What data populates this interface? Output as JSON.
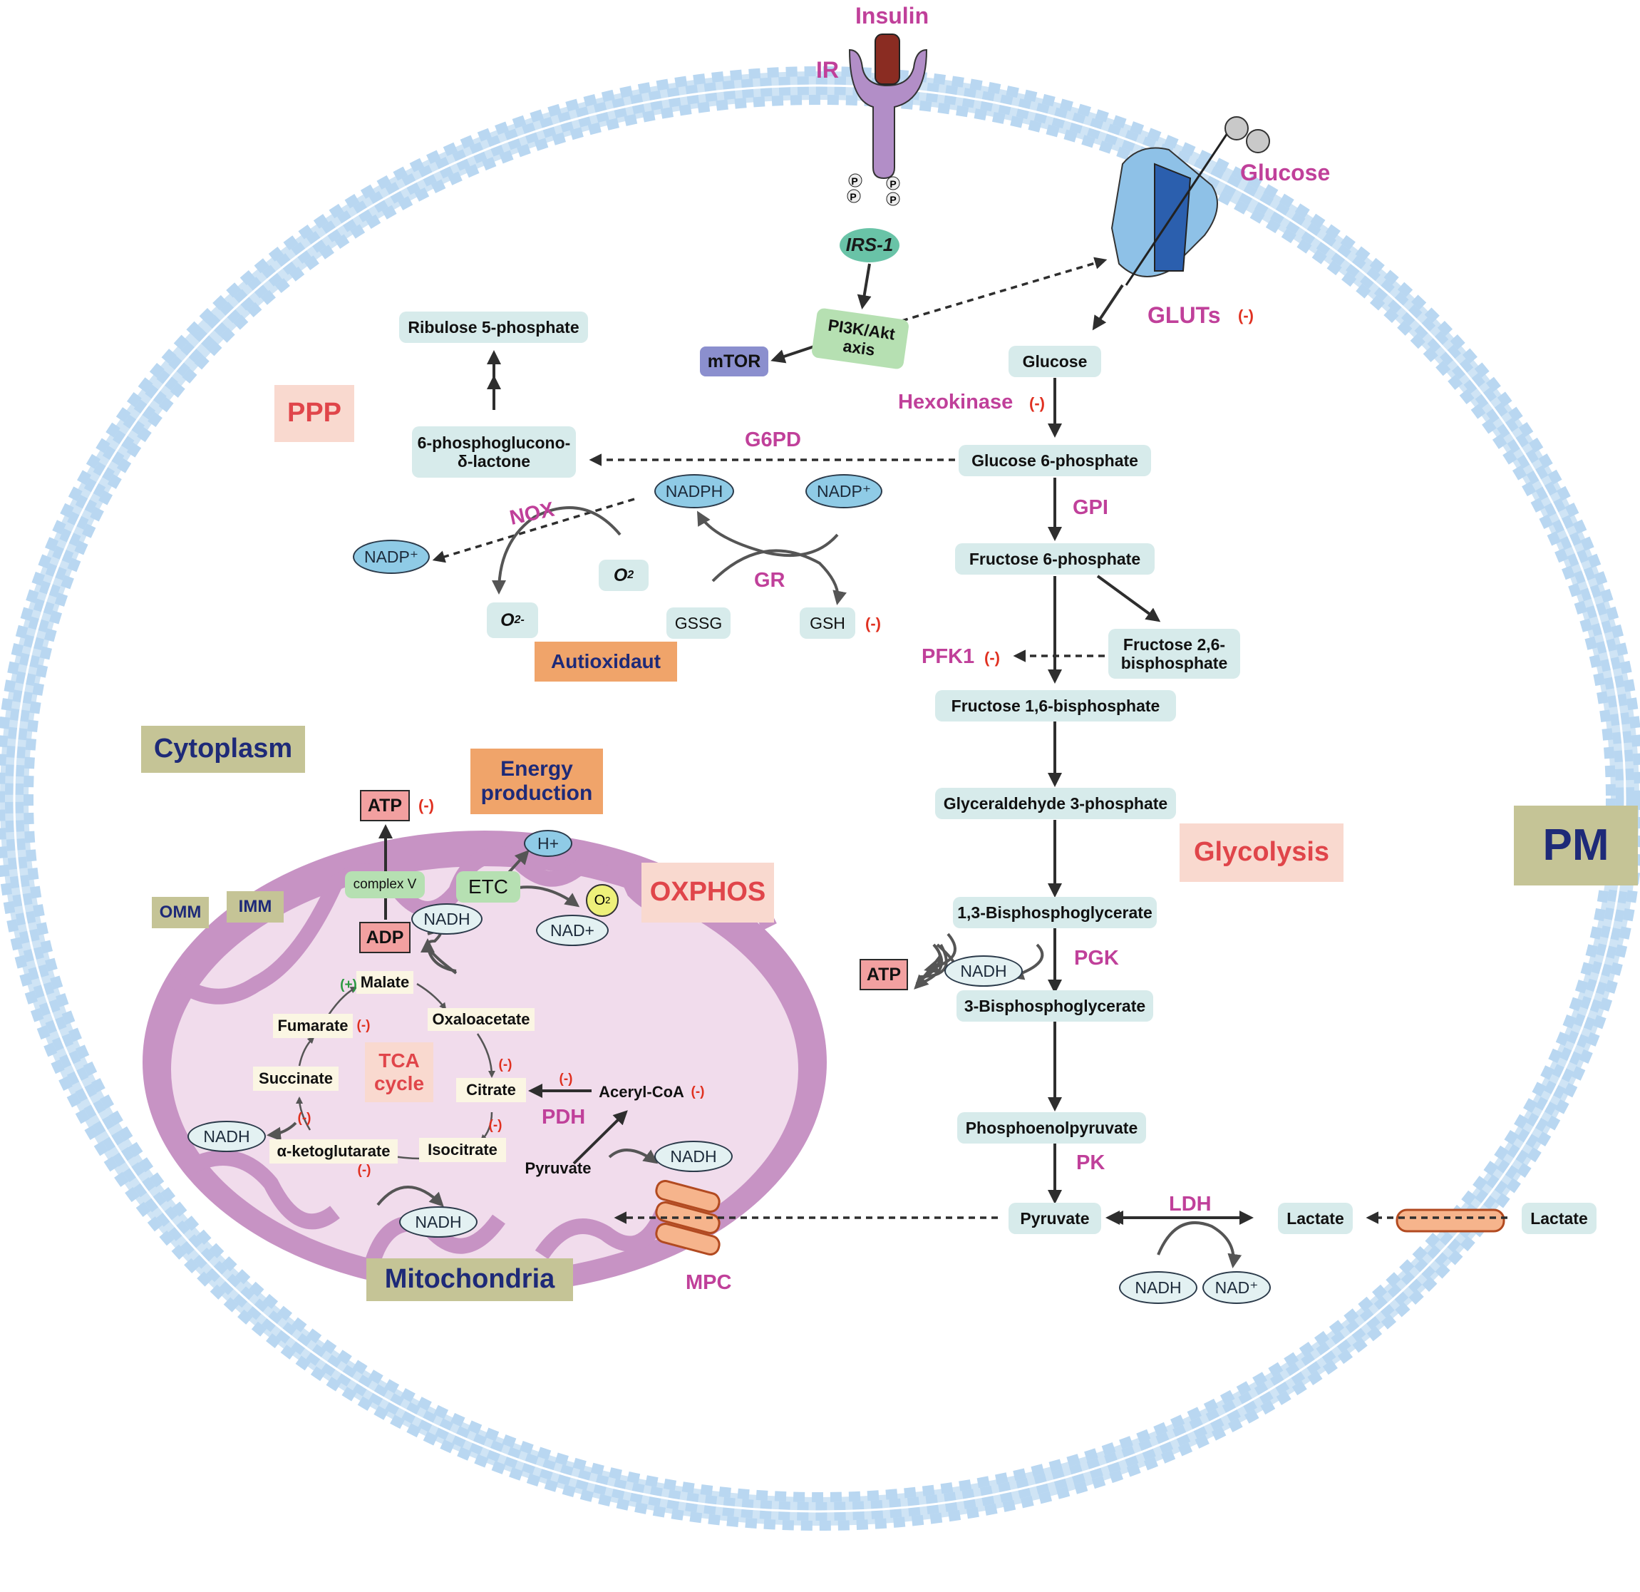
{
  "receptor": {
    "insulin": "Insulin",
    "ir": "IR",
    "irs1": "IRS-1",
    "pi3k": "PI3K/Akt axis",
    "mtor": "mTOR",
    "p": "P"
  },
  "transport": {
    "glucose": "Glucose",
    "gluts": "GLUTs",
    "inh": "(-)"
  },
  "ppp": {
    "title": "PPP",
    "ribulose": "Ribulose 5-phosphate",
    "lactone": "6-phosphoglucono-δ-lactone",
    "g6pd": "G6PD"
  },
  "antioxidant": {
    "title": "Autioxidaut",
    "nadph": "NADPH",
    "nadp_plus": "NADP⁺",
    "nadp_left": "NADP⁺",
    "nox": "NOX",
    "o2": "O",
    "o2_sub": "2",
    "o2minus": "O",
    "o2minus_sub": "2",
    "o2minus_sup": "-",
    "gr": "GR",
    "gssg": "GSSG",
    "gsh": "GSH",
    "gsh_inh": "(-)"
  },
  "glycolysis": {
    "title": "Glycolysis",
    "glucose": "Glucose",
    "hexokinase": "Hexokinase",
    "hexokinase_inh": "(-)",
    "g6p": "Glucose 6-phosphate",
    "gpi": "GPI",
    "f6p": "Fructose 6-phosphate",
    "f26bp": "Fructose 2,6-bisphosphate",
    "pfk1": "PFK1",
    "pfk1_inh": "(-)",
    "f16bp": "Fructose 1,6-bisphosphate",
    "g3p": "Glyceraldehyde 3-phosphate",
    "bpg13": "1,3-Bisphosphoglycerate",
    "pgk": "PGK",
    "atp": "ATP",
    "nadh": "NADH",
    "bpg3": "3-Bisphosphoglycerate",
    "pep": "Phosphoenolpyruvate",
    "pk": "PK",
    "pyruvate": "Pyruvate",
    "ldh": "LDH",
    "lactate": "Lactate",
    "lactate_out": "Lactate",
    "ldh_nadh": "NADH",
    "ldh_nad": "NAD⁺"
  },
  "compartments": {
    "cytoplasm": "Cytoplasm",
    "pm": "PM",
    "mitochondria": "Mitochondria",
    "omm": "OMM",
    "imm": "IMM",
    "mpc": "MPC"
  },
  "energy": {
    "title": "Energy production",
    "atp": "ATP",
    "atp_inh": "(-)",
    "complex_v": "complex V",
    "adp": "ADP",
    "etc": "ETC",
    "h_plus": "H+",
    "o2": "O",
    "o2_sub": "2",
    "nadh": "NADH",
    "nad_plus": "NAD+",
    "oxphos": "OXPHOS"
  },
  "tca": {
    "title": "TCA cycle",
    "malate": "Malate",
    "malate_act": "(+)",
    "fumarate": "Fumarate",
    "fumarate_inh": "(-)",
    "oxaloacetate": "Oxaloacetate",
    "succinate": "Succinate",
    "citrate": "Citrate",
    "citrate_inh": "(-)",
    "akg": "α-ketoglutarate",
    "akg_inh": "(-)",
    "succ_inh": "(-)",
    "isocitrate": "Isocitrate",
    "iso_inh": "(-)",
    "acetylcoa": "Aceryl-CoA",
    "acetylcoa_inh": "(-)",
    "pdh_inh": "(-)",
    "pdh": "PDH",
    "pyruvate": "Pyruvate",
    "nadh_pdh": "NADH",
    "nadh_akg": "NADH",
    "nadh_left": "NADH"
  }
}
